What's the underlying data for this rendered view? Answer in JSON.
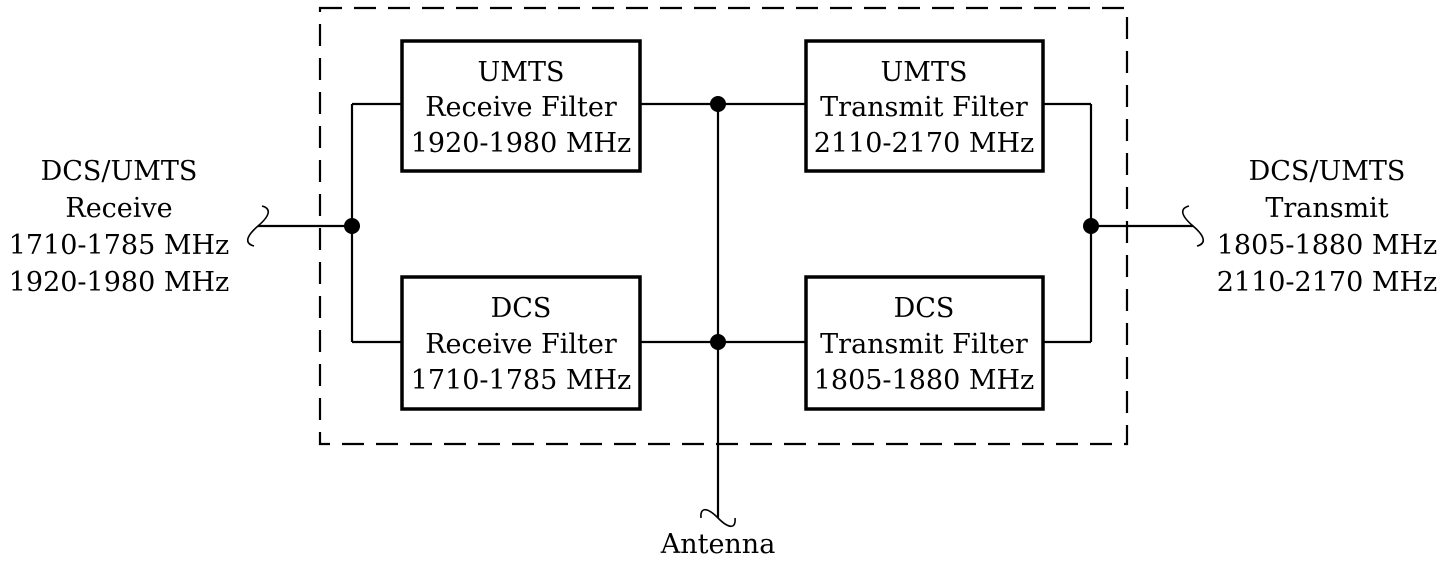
{
  "filters": {
    "umts_rx": {
      "line1": "UMTS",
      "line2": "Receive Filter",
      "line3": "1920-1980 MHz"
    },
    "umts_tx": {
      "line1": "UMTS",
      "line2": "Transmit Filter",
      "line3": "2110-2170 MHz"
    },
    "dcs_rx": {
      "line1": "DCS",
      "line2": "Receive Filter",
      "line3": "1710-1785 MHz"
    },
    "dcs_tx": {
      "line1": "DCS",
      "line2": "Transmit Filter",
      "line3": "1805-1880 MHz"
    }
  },
  "ports": {
    "receive": {
      "line1": "DCS/UMTS",
      "line2": "Receive",
      "line3": "1710-1785 MHz",
      "line4": "1920-1980 MHz"
    },
    "transmit": {
      "line1": "DCS/UMTS",
      "line2": "Transmit",
      "line3": "1805-1880 MHz",
      "line4": "2110-2170 MHz"
    },
    "antenna": {
      "label": "Antenna"
    }
  }
}
